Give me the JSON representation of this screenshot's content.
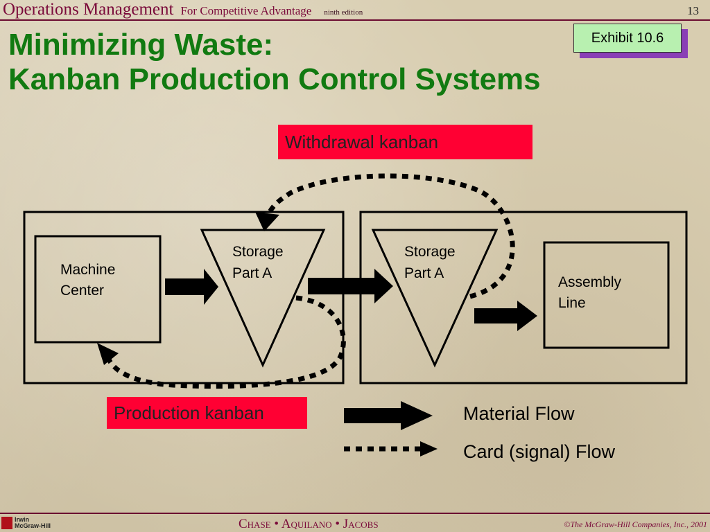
{
  "header": {
    "book_title": "Operations Management",
    "subtitle": "For Competitive Advantage",
    "edition": "ninth edition",
    "page_number": "13"
  },
  "slide": {
    "title_line1": "Minimizing Waste:",
    "title_line2": "Kanban Production Control Systems",
    "exhibit": "Exhibit 10.6"
  },
  "diagram": {
    "withdrawal_label": "Withdrawal kanban",
    "production_label": "Production kanban",
    "machine_center": [
      "Machine",
      "Center"
    ],
    "storage_left": [
      "Storage",
      "Part A"
    ],
    "storage_right": [
      "Storage",
      "Part A"
    ],
    "assembly_line": [
      "Assembly",
      "Line"
    ],
    "label_color": "#ff0033"
  },
  "legend": {
    "material_flow": "Material Flow",
    "card_flow": "Card (signal) Flow"
  },
  "footer": {
    "logo_line1": "Irwin",
    "logo_line2": "McGraw-Hill",
    "authors": "Chase  •  Aquilano  • Jacobs",
    "copyright": "©The McGraw-Hill Companies, Inc., 2001"
  }
}
